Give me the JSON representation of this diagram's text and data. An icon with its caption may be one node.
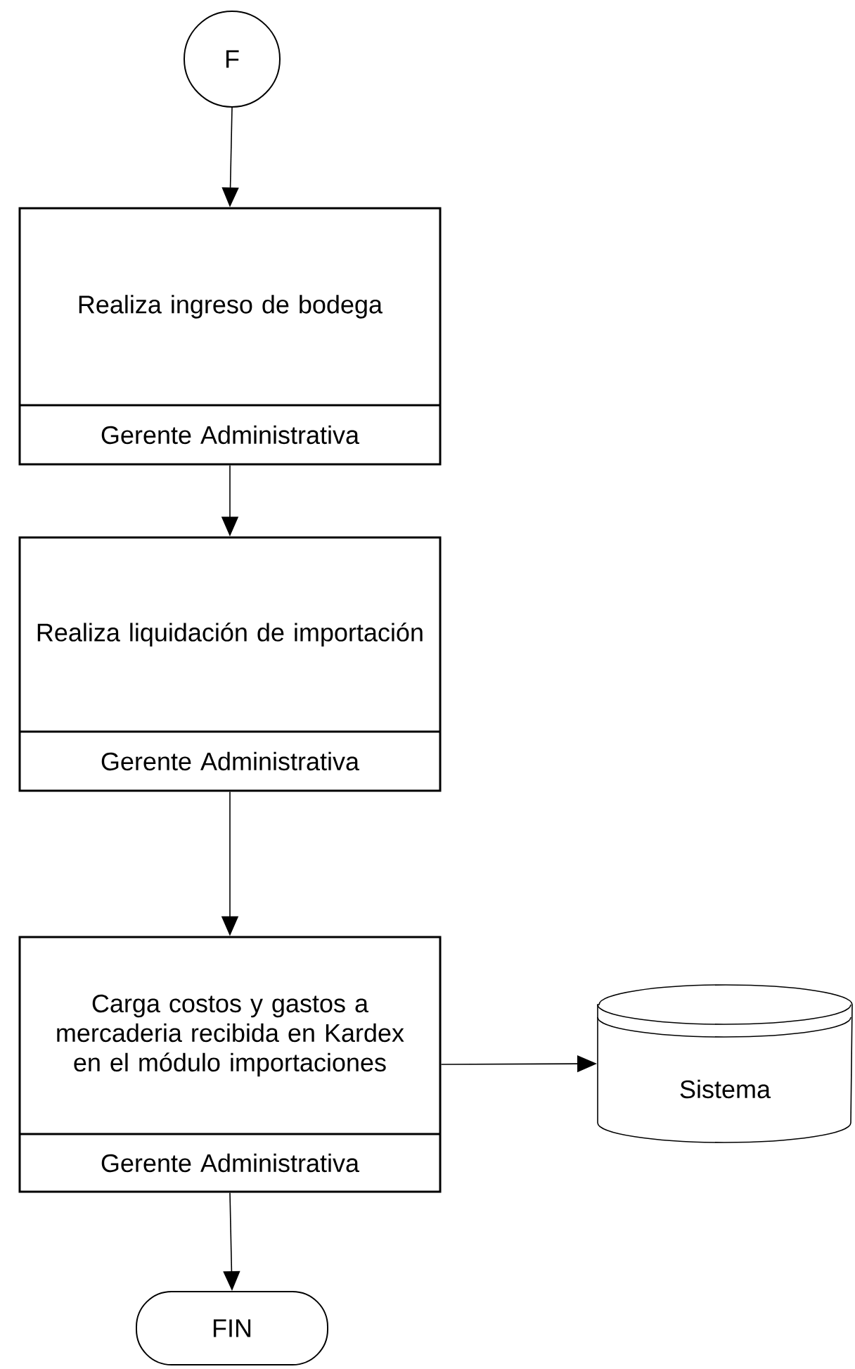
{
  "diagram": {
    "nodes": [
      {
        "text": [
          "F"
        ]
      },
      {
        "text": [
          "Realiza ingreso de bodega",
          "Gerente Administrativa"
        ]
      },
      {
        "text": [
          "Realiza liquidación de importación",
          "Gerente Administrativa"
        ]
      },
      {
        "text": [
          "Carga costos y gastos a mercaderia recibida en Kardex en el módulo importaciones",
          "Gerente Administrativa"
        ]
      },
      {
        "text": [
          "Sistema"
        ]
      },
      {
        "text": [
          "FIN"
        ]
      }
    ],
    "edges": [
      {
        "from": 0,
        "to": 1,
        "arrow": "to"
      },
      {
        "from": 1,
        "to": 2,
        "arrow": "to"
      },
      {
        "from": 2,
        "to": 3,
        "arrow": "to"
      },
      {
        "from": 3,
        "to": 4,
        "arrow": "to"
      },
      {
        "from": 3,
        "to": 5,
        "arrow": "to"
      }
    ]
  }
}
